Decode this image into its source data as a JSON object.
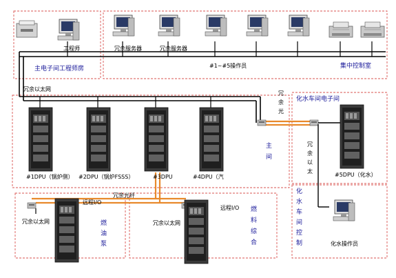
{
  "colors": {
    "zone_border": "#d9534f",
    "backbone": "#000000",
    "fiber": "#e8892b",
    "room_label": "#1a1a9a"
  },
  "rooms": {
    "main_engineer": "主电子间工程师房",
    "central_control": "集中控制室",
    "water_electronic": "化水车间电子间",
    "water_control_chars": [
      "化",
      "水",
      "车",
      "间",
      "控",
      "制"
    ],
    "main_room_chars": [
      "主",
      "间"
    ],
    "fuel_oil_chars": [
      "燃",
      "油",
      "泵"
    ],
    "fuel_combined_chars": [
      "燃",
      "料",
      "综",
      "合"
    ]
  },
  "top_devices": {
    "engineer": "工程师",
    "server1": "冗余服务器",
    "server2": "冗余服务器",
    "operator": "#1~#5操作员"
  },
  "network": {
    "redundant_ethernet": "冗余以太网",
    "redundant_fiber_vertical": [
      "冗",
      "余",
      "光"
    ],
    "redundant_fiber_h": "冗余光纤",
    "remote_io_1": "远程I/O",
    "remote_io_2": "远程I/O",
    "sub_ethernet_1": "冗余以太网",
    "sub_ethernet_2": "冗余以太网",
    "water_side_chars": [
      "冗",
      "余",
      "以",
      "太"
    ]
  },
  "dpus": {
    "dpu1": "#1DPU（锅炉侧）",
    "dpu2": "#2DPU（锅炉FSSS）",
    "dpu3": "#3DPU",
    "dpu4": "#4DPU（汽",
    "dpu5": "#5DPU（化水）"
  },
  "water_operator": "化水操作员"
}
